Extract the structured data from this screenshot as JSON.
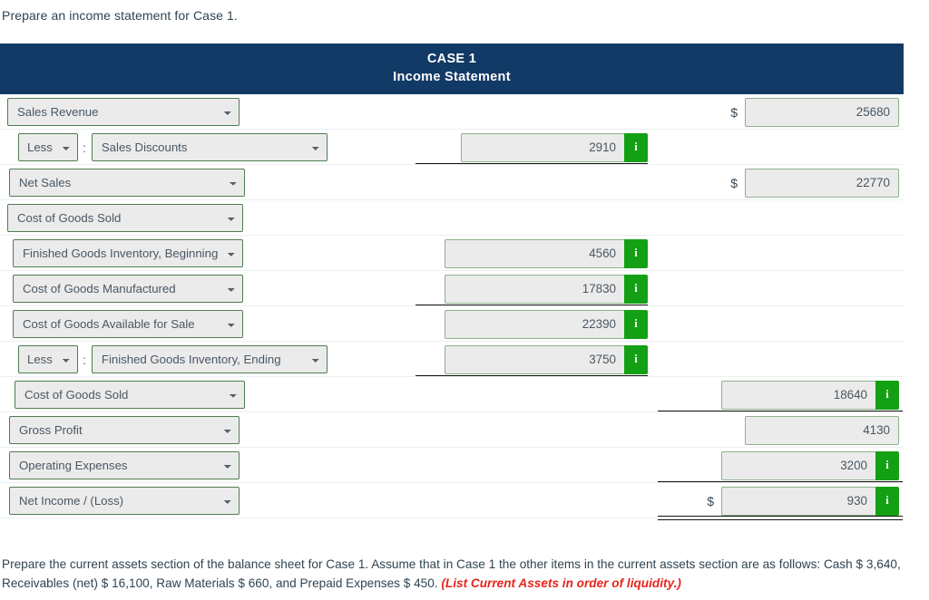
{
  "prompt_top": "Prepare an income statement for Case 1.",
  "prompt_bottom": {
    "text": "Prepare the current assets section of the balance sheet for Case 1. Assume that in Case 1 the other items in the current assets section are as follows: Cash $ 3,640, Receivables (net) $ 16,100, Raw Materials $ 660, and Prepaid Expenses $ 450. ",
    "emphasis": "(List Current Assets in order of liquidity.)"
  },
  "statement": {
    "title_line1": "CASE 1",
    "title_line2": "Income Statement",
    "header_bg": "#123a66",
    "info_color": "#14a014",
    "rows": [
      {
        "prefix": null,
        "label": "Sales Revenue",
        "col2": null,
        "col3": null,
        "col4": {
          "dollar": "$",
          "value": "25680",
          "info": false
        }
      },
      {
        "prefix": "Less",
        "label": "Sales Discounts",
        "col2": null,
        "col3": {
          "dollar": "",
          "value": "2910",
          "info": true
        },
        "col4": null
      },
      {
        "prefix": null,
        "label": "Net Sales",
        "col2": null,
        "col3": null,
        "col4": {
          "dollar": "$",
          "value": "22770",
          "info": false
        }
      },
      {
        "prefix": null,
        "label": "Cost of Goods Sold",
        "col2": null,
        "col3": null,
        "col4": null
      },
      {
        "prefix": null,
        "label": "Finished Goods Inventory, Beginning",
        "col2": null,
        "col3": {
          "dollar": "",
          "value": "4560",
          "info": true
        },
        "col4": null
      },
      {
        "prefix": null,
        "label": "Cost of Goods Manufactured",
        "col2": null,
        "col3": {
          "dollar": "",
          "value": "17830",
          "info": true
        },
        "col4": null
      },
      {
        "prefix": null,
        "label": "Cost of Goods Available for Sale",
        "col2": null,
        "col3": {
          "dollar": "",
          "value": "22390",
          "info": true
        },
        "col4": null
      },
      {
        "prefix": "Less",
        "label": "Finished Goods Inventory, Ending",
        "col2": null,
        "col3": {
          "dollar": "",
          "value": "3750",
          "info": true
        },
        "col4": null
      },
      {
        "prefix": null,
        "label": "Cost of Goods Sold",
        "col2": null,
        "col3": null,
        "col4": {
          "dollar": "",
          "value": "18640",
          "info": true
        }
      },
      {
        "prefix": null,
        "label": "Gross Profit",
        "col2": null,
        "col3": null,
        "col4": {
          "dollar": "",
          "value": "4130",
          "info": false
        }
      },
      {
        "prefix": null,
        "label": "Operating Expenses",
        "col2": null,
        "col3": null,
        "col4": {
          "dollar": "",
          "value": "3200",
          "info": true
        }
      },
      {
        "prefix": null,
        "label": "Net Income / (Loss)",
        "col2": null,
        "col3": null,
        "col4": {
          "dollar": "$",
          "value": "930",
          "info": true
        }
      }
    ],
    "prefix_label": "Less",
    "colon": ":",
    "info_glyph": "i",
    "dropdown_caret": "▾"
  }
}
